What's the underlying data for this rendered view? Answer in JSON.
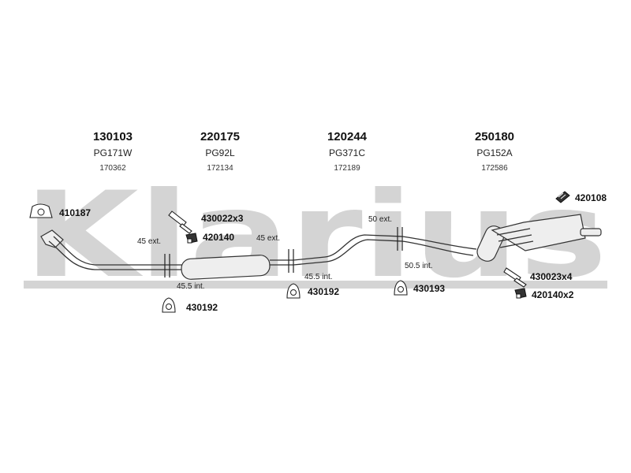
{
  "watermark": {
    "text": "Klarius"
  },
  "sections": [
    {
      "part_number": "130103",
      "reference": "PG171W",
      "code": "170362"
    },
    {
      "part_number": "220175",
      "reference": "PG92L",
      "code": "172134"
    },
    {
      "part_number": "120244",
      "reference": "PG371C",
      "code": "172189"
    },
    {
      "part_number": "250180",
      "reference": "PG152A",
      "code": "172586"
    }
  ],
  "measurements": {
    "m1": "45 ext.",
    "m2": "45.5 int.",
    "m3": "45 ext.",
    "m4": "45.5 int.",
    "m5": "50 ext.",
    "m6": "50.5 int."
  },
  "parts": {
    "p410187": "410187",
    "p430022x3": "430022x3",
    "p420140": "420140",
    "p430192a": "430192",
    "p430192b": "430192",
    "p430193": "430193",
    "p420108": "420108",
    "p430023x4": "430023x4",
    "p420140x2": "420140x2"
  },
  "icons": {
    "p410187": "gasket-icon",
    "p430022x3": "bolt-icon",
    "p420140": "clamp-icon",
    "p430192a": "rubber-mount-icon",
    "p430192b": "rubber-mount-icon",
    "p430193": "rubber-mount-icon",
    "p420108": "spring-icon",
    "p430023x4": "bolt-icon",
    "p420140x2": "clamp-icon"
  }
}
